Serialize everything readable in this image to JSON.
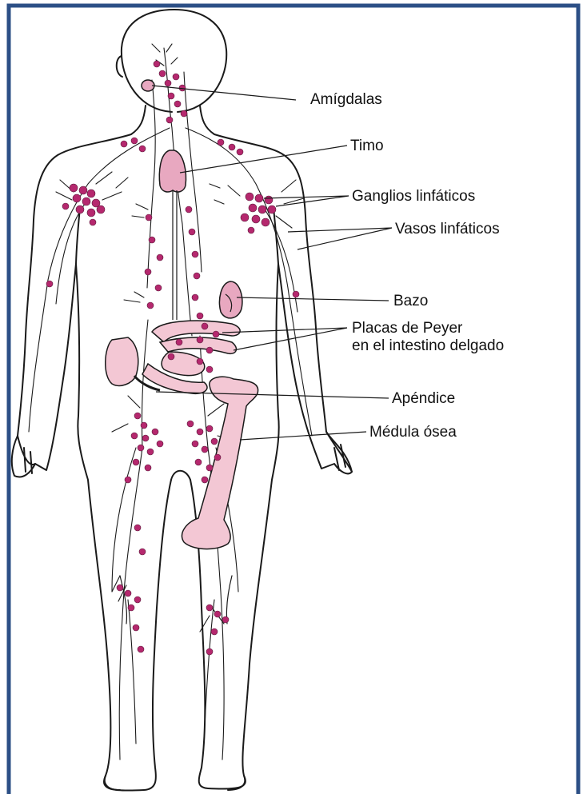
{
  "labels": {
    "amigdalas": "Amígdalas",
    "timo": "Timo",
    "ganglios": "Ganglios linfáticos",
    "vasos": "Vasos linfáticos",
    "bazo": "Bazo",
    "peyer_1": "Placas de Peyer",
    "peyer_2": "en el intestino delgado",
    "apendice": "Apéndice",
    "medula": "Médula ósea"
  },
  "colors": {
    "frame": "#2c4f86",
    "outline": "#1a1a1a",
    "node": "#b5286e",
    "organ": "#e8a8c0",
    "bone": "#f3c7d4"
  }
}
